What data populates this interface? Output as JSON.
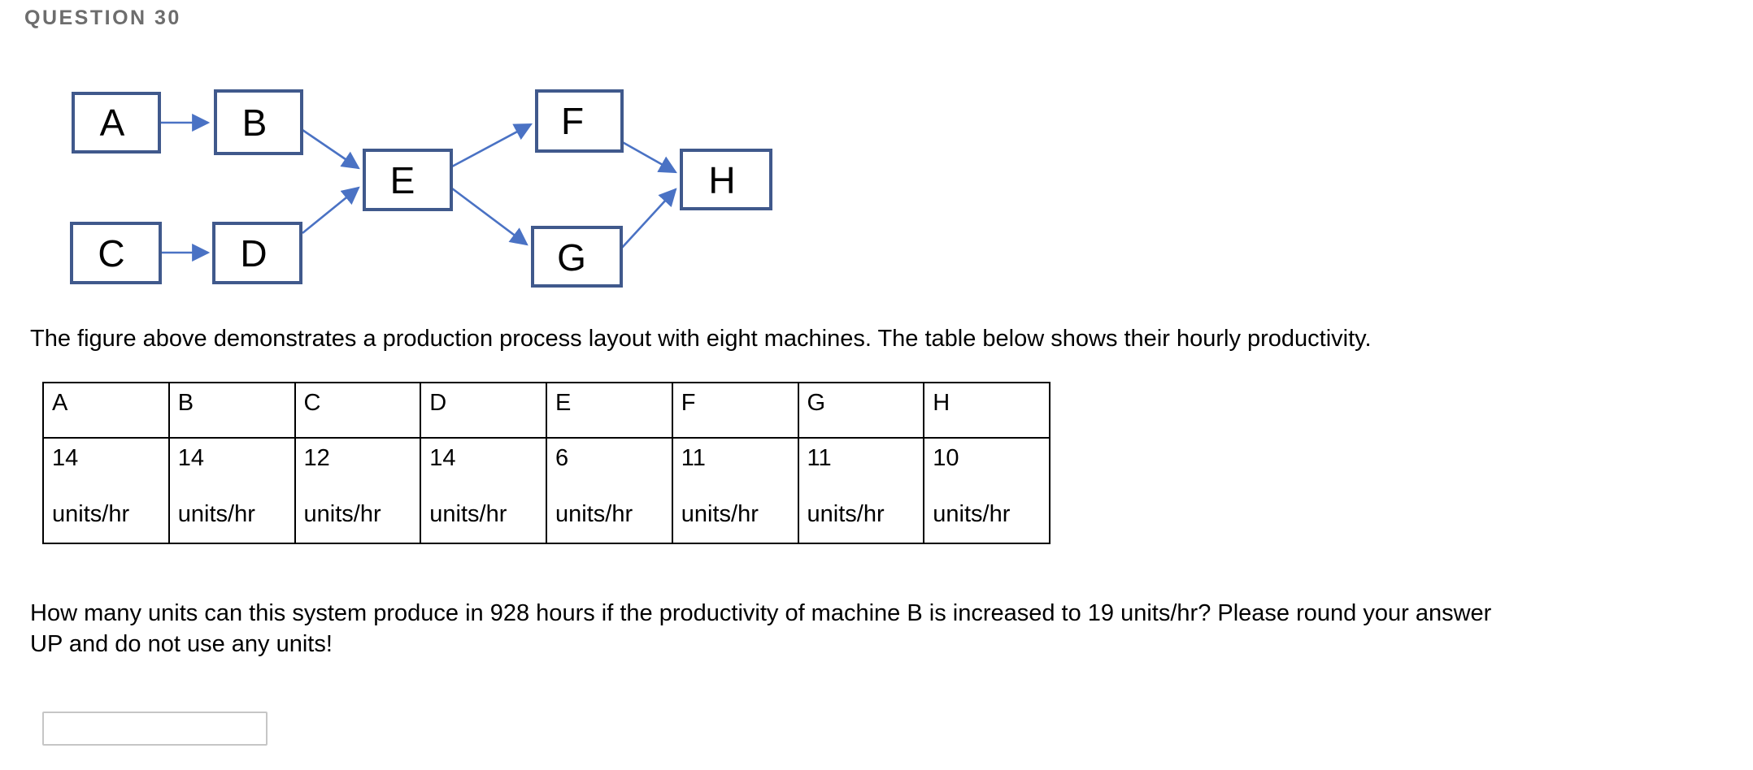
{
  "header": {
    "title": "QUESTION 30",
    "color": "#6d6d6d"
  },
  "diagram": {
    "nodes": [
      {
        "id": "A",
        "label": "A"
      },
      {
        "id": "B",
        "label": "B"
      },
      {
        "id": "C",
        "label": "C"
      },
      {
        "id": "D",
        "label": "D"
      },
      {
        "id": "E",
        "label": "E"
      },
      {
        "id": "F",
        "label": "F"
      },
      {
        "id": "G",
        "label": "G"
      },
      {
        "id": "H",
        "label": "H"
      }
    ],
    "edges": [
      "A→B",
      "B→E",
      "C→D",
      "D→E",
      "E→F",
      "E→G",
      "F→H",
      "G→H"
    ],
    "colors": {
      "box_border": "#40598c",
      "arrow": "#4a72c4",
      "label": "#000000"
    }
  },
  "description": "The figure above demonstrates a production process layout with eight machines. The table below shows their hourly productivity.",
  "table": {
    "columns": [
      {
        "machine": "A",
        "rate": "14",
        "unit": "units/hr"
      },
      {
        "machine": "B",
        "rate": "14",
        "unit": "units/hr"
      },
      {
        "machine": "C",
        "rate": "12",
        "unit": "units/hr"
      },
      {
        "machine": "D",
        "rate": "14",
        "unit": "units/hr"
      },
      {
        "machine": "E",
        "rate": "6",
        "unit": "units/hr"
      },
      {
        "machine": "F",
        "rate": "11",
        "unit": "units/hr"
      },
      {
        "machine": "G",
        "rate": "11",
        "unit": "units/hr"
      },
      {
        "machine": "H",
        "rate": "10",
        "unit": "units/hr"
      }
    ]
  },
  "question": {
    "lines": [
      "How many units can this system produce in 928 hours if the productivity of machine B is increased to 19 units/hr? Please round your answer",
      "UP and do not use any units!"
    ]
  },
  "answer": {
    "value": "",
    "placeholder": ""
  }
}
